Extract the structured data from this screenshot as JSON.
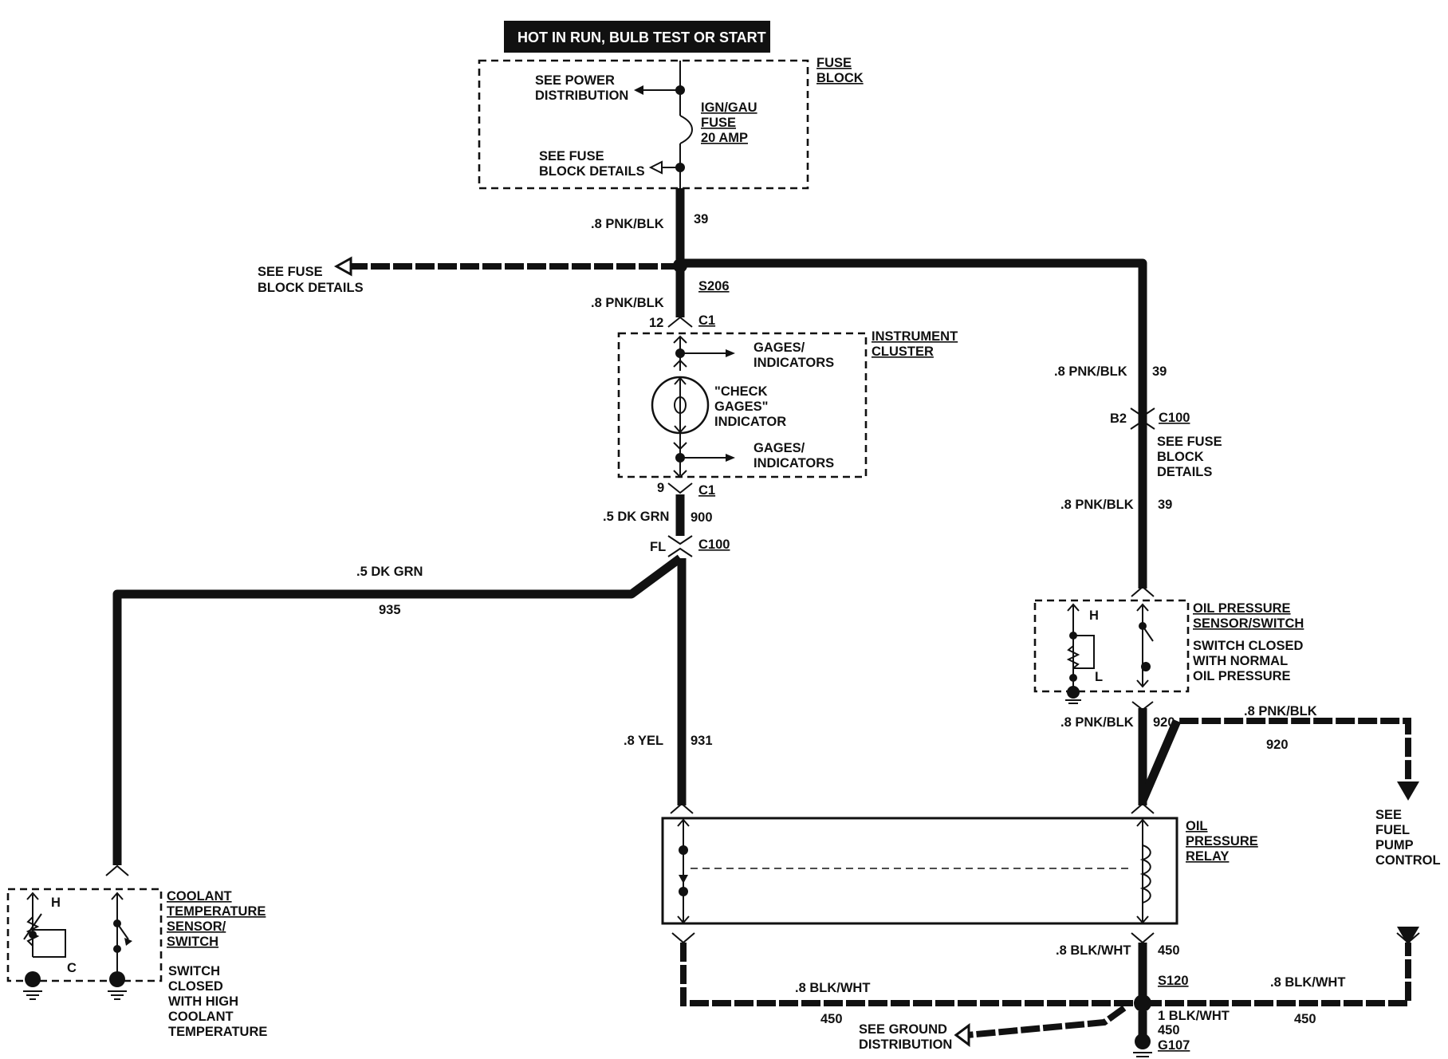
{
  "title": "HOT IN RUN, BULB TEST OR START",
  "fuse_block": {
    "name": [
      "FUSE",
      "BLOCK"
    ],
    "see_power": [
      "SEE POWER",
      "DISTRIBUTION"
    ],
    "fuse_label": [
      "IGN/GAU",
      "FUSE",
      "20 AMP"
    ],
    "see_fuse_details": [
      "SEE FUSE",
      "BLOCK DETAILS"
    ]
  },
  "wire_39_top": {
    "gauge": ".8 PNK/BLK",
    "circuit": "39"
  },
  "see_fuse_left": [
    "SEE FUSE",
    "BLOCK DETAILS"
  ],
  "splice_s206": "S206",
  "wire_39_below_splice": ".8 PNK/BLK",
  "c1_top": {
    "pin": "12",
    "name": "C1"
  },
  "instrument_cluster": {
    "name": [
      "INSTRUMENT",
      "CLUSTER"
    ],
    "gages1": [
      "GAGES/",
      "INDICATORS"
    ],
    "indicator": [
      "\"CHECK",
      "GAGES\"",
      "INDICATOR"
    ],
    "gages2": [
      "GAGES/",
      "INDICATORS"
    ]
  },
  "c1_bottom": {
    "pin": "9",
    "name": "C1"
  },
  "wire_900": {
    "gauge": ".5 DK GRN",
    "circuit": "900"
  },
  "c100_left": {
    "pin": "FL",
    "name": "C100"
  },
  "wire_935": {
    "gauge": ".5 DK GRN",
    "circuit": "935"
  },
  "wire_931": {
    "gauge": ".8 YEL",
    "circuit": "931"
  },
  "coolant": {
    "name": [
      "COOLANT",
      "TEMPERATURE",
      "SENSOR/",
      "SWITCH"
    ],
    "desc": [
      "SWITCH",
      "CLOSED",
      "WITH HIGH",
      "COOLANT",
      "TEMPERATURE"
    ],
    "h": "H",
    "c": "C"
  },
  "right_branch": {
    "wire_39a": {
      "gauge": ".8 PNK/BLK",
      "circuit": "39"
    },
    "c100": {
      "pin": "B2",
      "name": "C100"
    },
    "see_fuse": [
      "SEE FUSE",
      "BLOCK",
      "DETAILS"
    ],
    "wire_39b": {
      "gauge": ".8 PNK/BLK",
      "circuit": "39"
    }
  },
  "oil_sensor": {
    "name": [
      "OIL PRESSURE",
      "SENSOR/SWITCH"
    ],
    "desc": [
      "SWITCH CLOSED",
      "WITH NORMAL",
      "OIL PRESSURE"
    ],
    "h": "H",
    "l": "L"
  },
  "wire_920a": {
    "gauge": ".8 PNK/BLK",
    "circuit": "920"
  },
  "wire_920b": {
    "gauge": ".8 PNK/BLK",
    "circuit": "920"
  },
  "fuel_pump": [
    "SEE",
    "FUEL",
    "PUMP",
    "CONTROL"
  ],
  "relay": [
    "OIL",
    "PRESSURE",
    "RELAY"
  ],
  "wire_450_mid": {
    "gauge": ".8 BLK/WHT",
    "circuit": "450"
  },
  "splice_s120": "S120",
  "wire_450_left": {
    "gauge": ".8 BLK/WHT",
    "circuit": "450"
  },
  "wire_450_right": {
    "gauge": ".8 BLK/WHT",
    "circuit": "450"
  },
  "ground_wire": {
    "gauge": "1 BLK/WHT",
    "circuit": "450"
  },
  "ground_name": "G107",
  "see_ground": [
    "SEE GROUND",
    "DISTRIBUTION"
  ]
}
